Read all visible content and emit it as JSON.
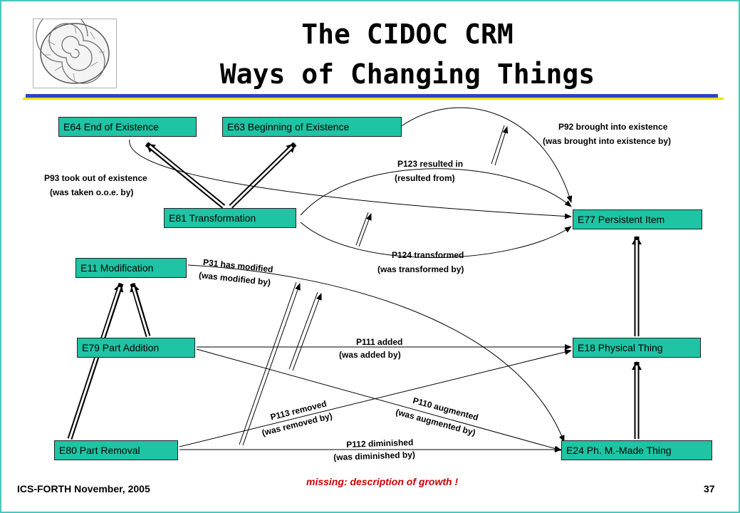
{
  "header": {
    "title_line1": "The CIDOC CRM",
    "title_line2": "Ways of Changing Things"
  },
  "logo": {
    "icon": "phaistos-disc-logo"
  },
  "colors": {
    "box_fill": "#1ec4a4",
    "frame": "#48c8c0",
    "rule_blue": "#2a46c8",
    "rule_yellow": "#f0e000",
    "note": "#cc0000"
  },
  "entities": {
    "e64": "E64 End of Existence",
    "e63": "E63  Beginning of Existence",
    "e81": "E81  Transformation",
    "e77": "E77 Persistent Item",
    "e11": "E11  Modification",
    "e79": "E79  Part Addition",
    "e18": "E18 Physical Thing",
    "e80": "E80  Part Removal",
    "e24": "E24 Ph. M.-Made Thing"
  },
  "properties": {
    "p92_a": "P92 brought into existence",
    "p92_b": "(was brought into existence by)",
    "p93_a": "P93 took out of existence",
    "p93_b": "(was taken o.o.e. by)",
    "p123_a": "P123 resulted in",
    "p123_b": "(resulted from)",
    "p124_a": "P124 transformed",
    "p124_b": "(was transformed by)",
    "p31_a": "P31 has modified",
    "p31_b": "(was modified by)",
    "p111_a": "P111 added",
    "p111_b": "(was added by)",
    "p113_a": "P113 removed",
    "p113_b": "(was removed by)",
    "p110_a": "P110 augmented",
    "p110_b": "(was augmented by)",
    "p112_a": "P112 diminished",
    "p112_b": "(was diminished by)"
  },
  "footer": {
    "left": "ICS-FORTH November, 2005",
    "page": "37",
    "note": "missing: description of growth !"
  }
}
